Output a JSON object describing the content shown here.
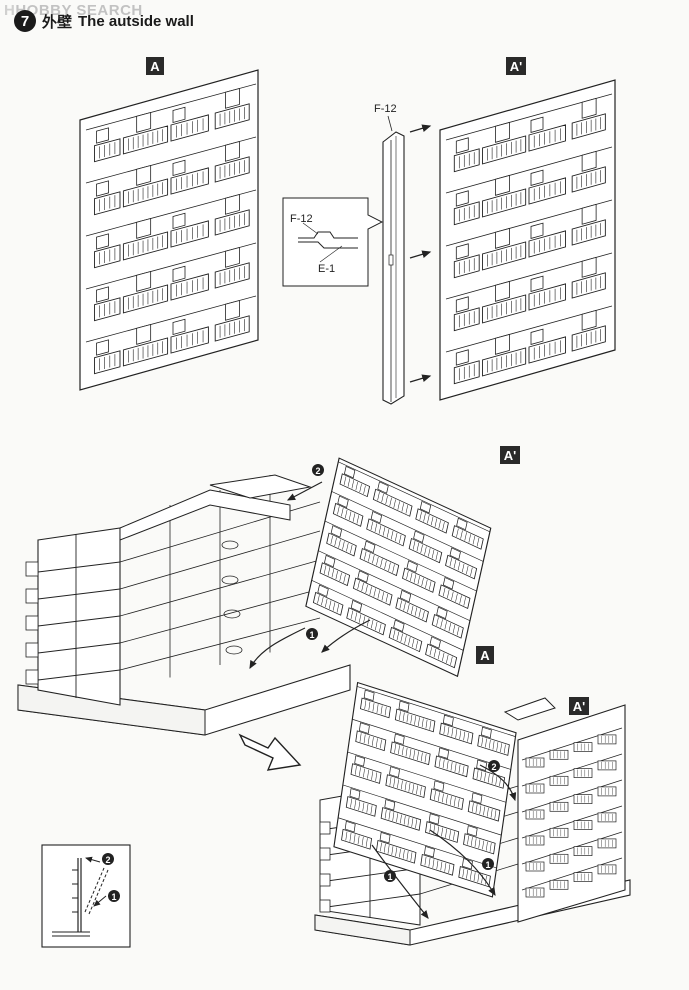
{
  "watermark": {
    "logo": "H",
    "text": "HOBBY SEARCH"
  },
  "step": {
    "number": "7",
    "title_jp": "外壁",
    "title_en": "The autside wall"
  },
  "labels": {
    "panel_a": "A",
    "panel_a_prime": "A'",
    "part_f12_top": "F-12",
    "part_f12_detail": "F-12",
    "part_e1_detail": "E-1",
    "seq_1": "1",
    "seq_2": "2"
  }
}
